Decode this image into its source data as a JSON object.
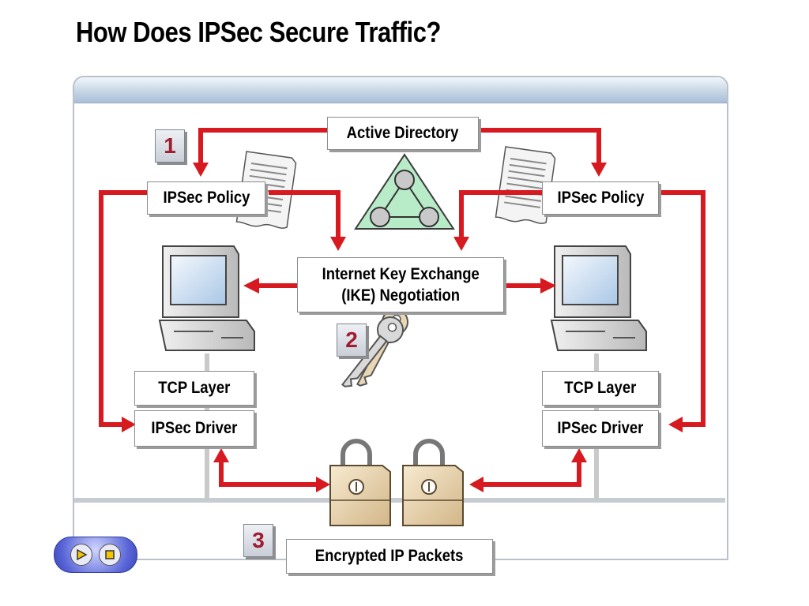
{
  "slide": {
    "title": "How Does IPSec Secure Traffic?"
  },
  "diagram": {
    "active_directory": "Active Directory",
    "policy_left": "IPSec Policy",
    "policy_right": "IPSec Policy",
    "ike_line1": "Internet Key Exchange",
    "ike_line2": "(IKE) Negotiation",
    "tcp_left": "TCP Layer",
    "tcp_right": "TCP Layer",
    "driver_left": "IPSec Driver",
    "driver_right": "IPSec Driver",
    "encrypted": "Encrypted IP Packets",
    "step1": "1",
    "step2": "2",
    "step3": "3",
    "arrow_color": "#d71920"
  },
  "icons": [
    "directory-triangle-icon",
    "document-icon",
    "computer-icon",
    "keys-icon",
    "padlock-icon",
    "play-icon",
    "stop-icon"
  ]
}
